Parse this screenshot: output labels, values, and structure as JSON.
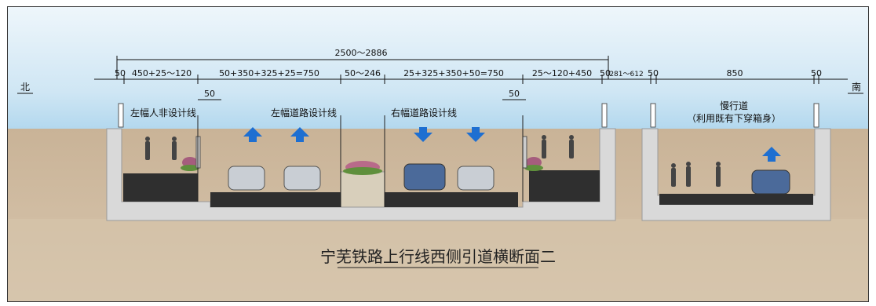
{
  "dimensions": {
    "total": "2500～2886",
    "seg_left_edge": "50",
    "seg_left_walk": "450+25～120",
    "seg_left_road": "50+350+325+25=750",
    "seg_median": "50～246",
    "seg_right_road": "25+325+350+50=750",
    "seg_right_walk": "25～120+450",
    "seg_right_edge": "50",
    "seg_gap": "281～612",
    "seg_gap_edge": "50",
    "seg_tunnel": "850",
    "seg_far_edge": "50",
    "inner_left": "50",
    "inner_right": "50"
  },
  "labels": {
    "north": "北",
    "south": "南",
    "left_walk": "左幅人非设计线",
    "left_road": "左幅道路设计线",
    "right_road": "右幅道路设计线",
    "tunnel_line1": "慢行道",
    "tunnel_line2": "（利用既有下穿箱身）"
  },
  "title": "宁芜铁路上行线西侧引道横断面二",
  "colors": {
    "sky_top": "#e6f2f9",
    "sky_bottom": "#b9dcef",
    "soil": "#c2ab8e",
    "concrete": "#dcdcdc",
    "asphalt": "#2f2f2f",
    "arrow": "#1e6fd1"
  }
}
